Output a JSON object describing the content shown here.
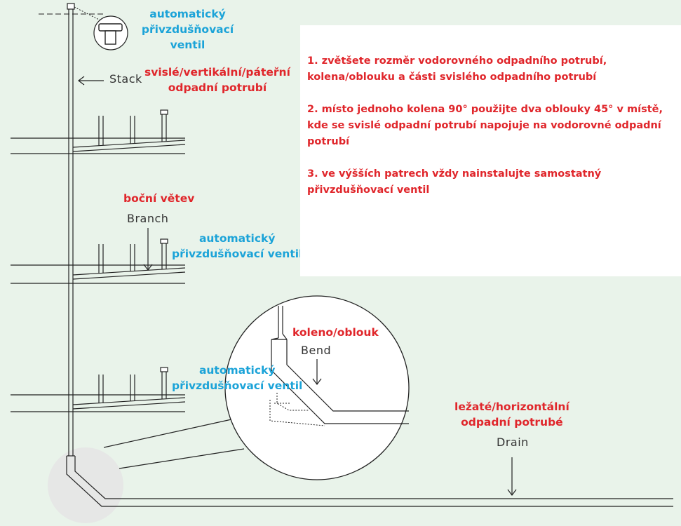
{
  "colors": {
    "background": "#e9f3ea",
    "note_box": "#ffffff",
    "label_blue": "#1ba3d8",
    "label_red": "#e0262b",
    "line": "#222222",
    "highlight_circle": "#e6e6e6"
  },
  "labels": {
    "vent_top": [
      "automatický",
      "přivzdušňovací",
      "ventil"
    ],
    "stack_cz": [
      "svislé/vertikální/páteřní",
      "odpadní potrubí"
    ],
    "stack_en": "Stack",
    "branch_cz": "boční větev",
    "branch_en": "Branch",
    "vent_mid": [
      "automatický",
      "přivzdušňovací ventil"
    ],
    "vent_low": [
      "automatický",
      "přivzdušňovací ventil"
    ],
    "bend_cz": "koleno/oblouk",
    "bend_en": "Bend",
    "drain_cz": [
      "ležaté/horizontální",
      "odpadní potrubé"
    ],
    "drain_en": "Drain"
  },
  "notes": [
    "1. zvětšete rozměr vodorovného odpadního potrubí, kolena/oblouku a části svislého odpadního potrubí",
    "2. místo jednoho kolena 90° použijte dva oblouky 45° v místě, kde se svislé odpadní potrubí napojuje na vodorovné odpadní potrubí",
    "3. ve výšších patrech vždy nainstalujte samostatný přivzdušňovací ventil"
  ]
}
